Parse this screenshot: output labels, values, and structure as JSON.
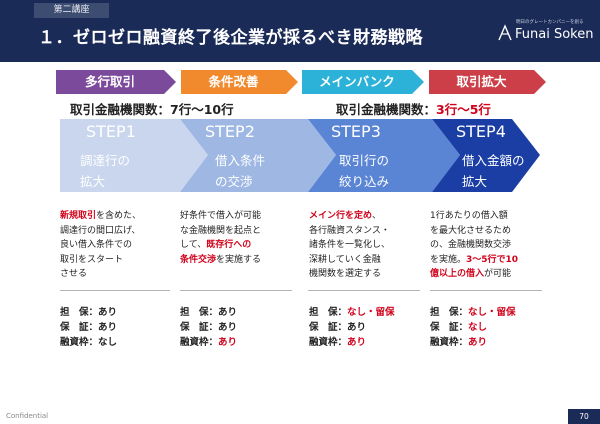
{
  "header": {
    "tag": "第二講座",
    "title": "１．ゼロゼロ融資終了後企業が採るべき財務戦略",
    "logo_tagline": "明日のグレートカンパニーを創る",
    "logo_text": "Funai Soken"
  },
  "categories": [
    {
      "label": "多行取引",
      "color": "#7b4a9b"
    },
    {
      "label": "条件改善",
      "color": "#f08a2c"
    },
    {
      "label": "メインバンク",
      "color": "#2cb2d8"
    },
    {
      "label": "取引拡大",
      "color": "#cc3f48"
    }
  ],
  "counts": {
    "left_prefix": "取引金融機関数：",
    "left_value": "7行〜10行",
    "right_prefix": "取引金融機関数：",
    "right_value": "3行〜5行"
  },
  "steps": [
    {
      "title": "STEP1",
      "line1": "調達行の",
      "line2": "拡大",
      "color": "#c9d6ee"
    },
    {
      "title": "STEP2",
      "line1": "借入条件",
      "line2": "の交渉",
      "color": "#9fb7e3"
    },
    {
      "title": "STEP3",
      "line1": "取引行の",
      "line2": "絞り込み",
      "color": "#5a84d4"
    },
    {
      "title": "STEP4",
      "line1": "借入金額の",
      "line2": "拡大",
      "color": "#1b3ea5"
    }
  ],
  "descriptions": {
    "d1": [
      "新規取引",
      "を含めた、",
      "調達行の間口広げ、",
      "良い借入条件での",
      "取引をスタート",
      "させる"
    ],
    "d2": [
      "好条件で借入が可能",
      "な金融機関を起点と",
      "して、",
      "既存行への",
      "条件交渉",
      "を実施する"
    ],
    "d3": [
      "メイン行を定め",
      "、",
      "各行融資スタンス・",
      "諸条件を一覧化し、",
      "深耕していく金融",
      "機関数を選定する"
    ],
    "d4": [
      "1行あたりの借入額",
      "を最大化させるため",
      "の、金融機関数交渉",
      "を実施。",
      "3〜5行で10",
      "億以上の借入",
      "が可能"
    ]
  },
  "attributes": [
    {
      "tanpo_label": "担　保：",
      "tanpo": "あり",
      "hosho_label": "保　証：",
      "hosho": "あり",
      "yushi_label": "融資枠：",
      "yushi": "なし"
    },
    {
      "tanpo_label": "担　保：",
      "tanpo": "あり",
      "hosho_label": "保　証：",
      "hosho": "あり",
      "yushi_label": "融資枠：",
      "yushi": "あり"
    },
    {
      "tanpo_label": "担　保：",
      "tanpo": "なし・留保",
      "hosho_label": "保　証：",
      "hosho": "あり",
      "yushi_label": "融資枠：",
      "yushi": "あり"
    },
    {
      "tanpo_label": "担　保：",
      "tanpo": "なし・留保",
      "hosho_label": "保　証：",
      "hosho": "なし",
      "yushi_label": "融資枠：",
      "yushi": "あり"
    }
  ],
  "footer": {
    "confidential": "Confidential",
    "page": "70"
  }
}
